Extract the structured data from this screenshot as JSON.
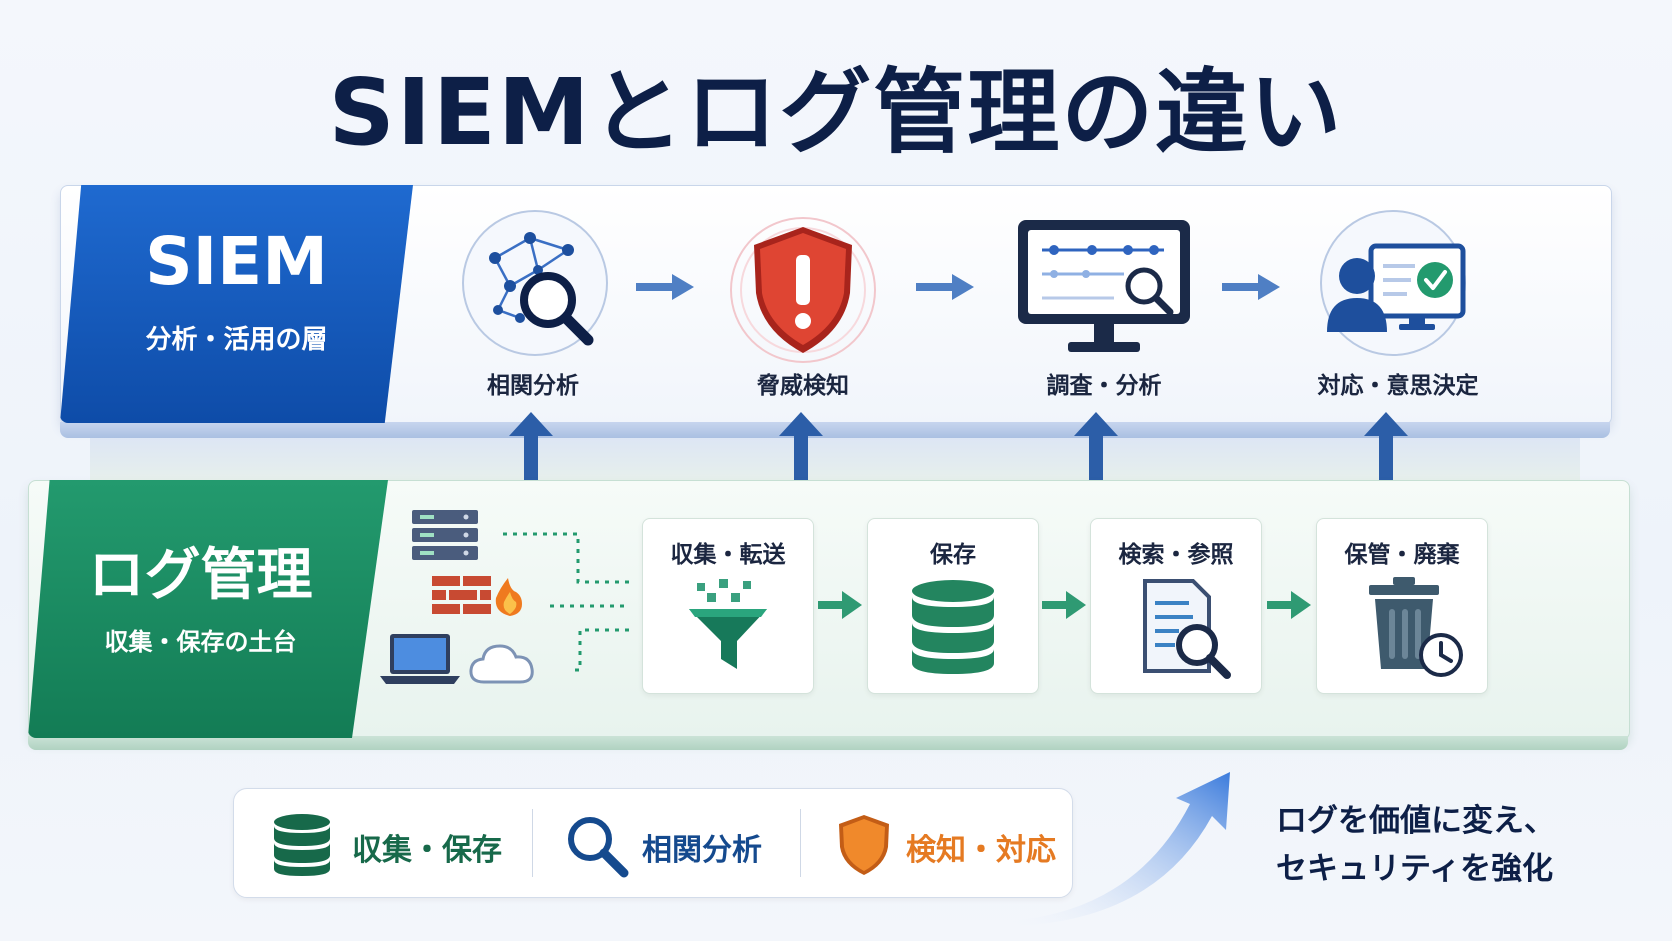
{
  "title": "SIEMとログ管理の違い",
  "siem_layer": {
    "name": "SIEM",
    "subtitle": "分析・活用の層",
    "steps": [
      "相関分析",
      "脅威検知",
      "調査・分析",
      "対応・意思決定"
    ]
  },
  "log_layer": {
    "name": "ログ管理",
    "subtitle": "収集・保存の土台",
    "sources": [
      "server-rack-icon",
      "firewall-icon",
      "laptop-icon",
      "cloud-icon"
    ],
    "steps": [
      "収集・転送",
      "保存",
      "検索・参照",
      "保管・廃棄"
    ]
  },
  "legend": {
    "items": [
      {
        "label": "収集・保存",
        "icon": "database-icon",
        "color": "#17694a"
      },
      {
        "label": "相関分析",
        "icon": "magnifier-icon",
        "color": "#154a8e"
      },
      {
        "label": "検知・対応",
        "icon": "shield-icon",
        "color": "#e57a22"
      }
    ]
  },
  "tagline": {
    "line1": "ログを価値に変え、",
    "line2": "セキュリティを強化"
  },
  "colors": {
    "siem_blue": "#1459bf",
    "log_green": "#1b8a60",
    "alert_red": "#d83a2c",
    "navy": "#0d1f47"
  }
}
